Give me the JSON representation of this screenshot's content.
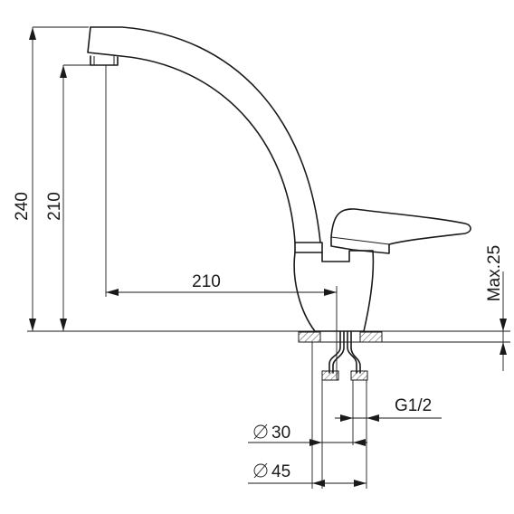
{
  "dimensions": {
    "total_height": "240",
    "spout_height": "210",
    "spout_reach": "210",
    "max_thickness": "Max.25",
    "thread": "G1/2",
    "diameter_30": "30",
    "diameter_45": "45"
  },
  "colors": {
    "line": "#1a1a1a",
    "background": "#ffffff"
  }
}
